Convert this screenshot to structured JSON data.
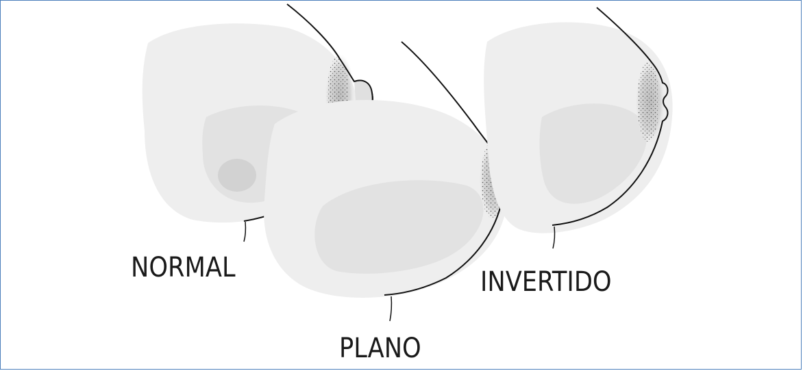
{
  "labels": {
    "normal": "NORMAL",
    "plano": "PLANO",
    "invertido": "INVERTIDO"
  },
  "colors": {
    "frame_border": "#4a7ebb",
    "line": "#111111",
    "shade_light": "#eeeeee",
    "shade_mid": "#e2e2e2",
    "shade_dark": "#d2d2d2"
  }
}
